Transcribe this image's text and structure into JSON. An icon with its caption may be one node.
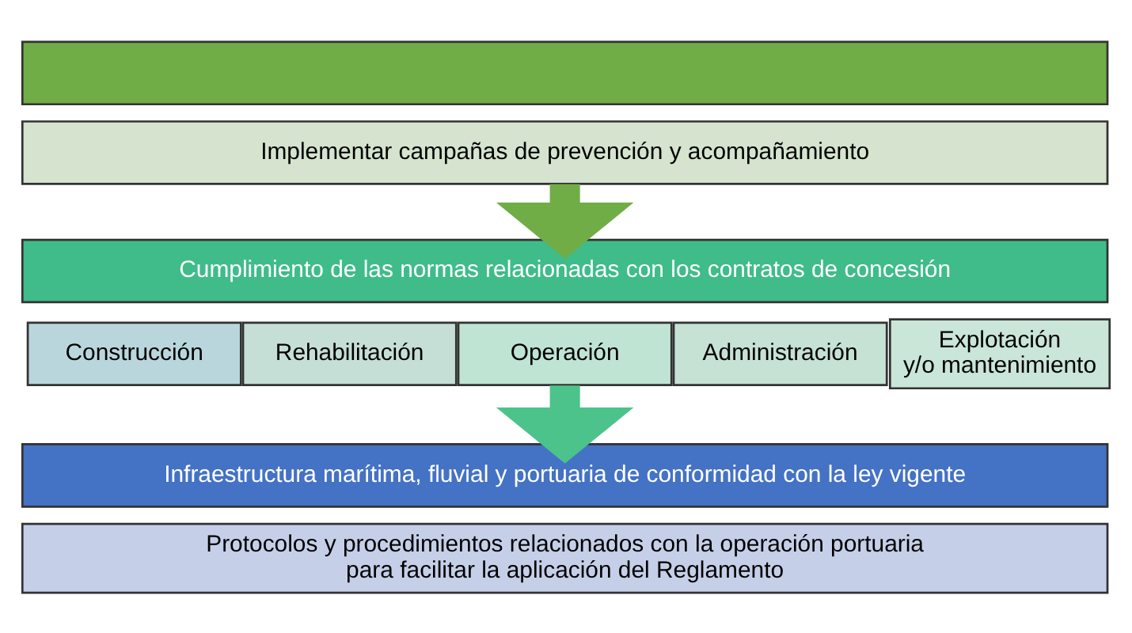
{
  "diagram": {
    "nodes": [
      {
        "text": [],
        "shape": "box"
      },
      {
        "text": [
          "Implementar campañas de prevención y acompañamiento"
        ]
      },
      {
        "text": [
          "Cumplimiento de las normas relacionadas con los contratos de concesión"
        ]
      },
      {
        "text": [
          "Construcción"
        ]
      },
      {
        "text": [
          "Rehabilitación"
        ]
      },
      {
        "text": [
          "Operación"
        ]
      },
      {
        "text": [
          "Administración"
        ]
      },
      {
        "text": [
          "Explotación y/o mantenimiento"
        ]
      },
      {
        "text": [
          "Infraestructura marítima, fluvial y portuaria de conformidad con la ley vigente"
        ]
      },
      {
        "text": [
          "Protocolos y procedimientos relacionados con la operación portuaria para facilitar la aplicación del Reglamento"
        ]
      }
    ],
    "edges": [
      {
        "from": 1,
        "to": 2,
        "arrow": "to",
        "color": "#70ad47"
      },
      {
        "from": 5,
        "to": 8,
        "arrow": "to",
        "color": "#4cc38a"
      }
    ]
  }
}
